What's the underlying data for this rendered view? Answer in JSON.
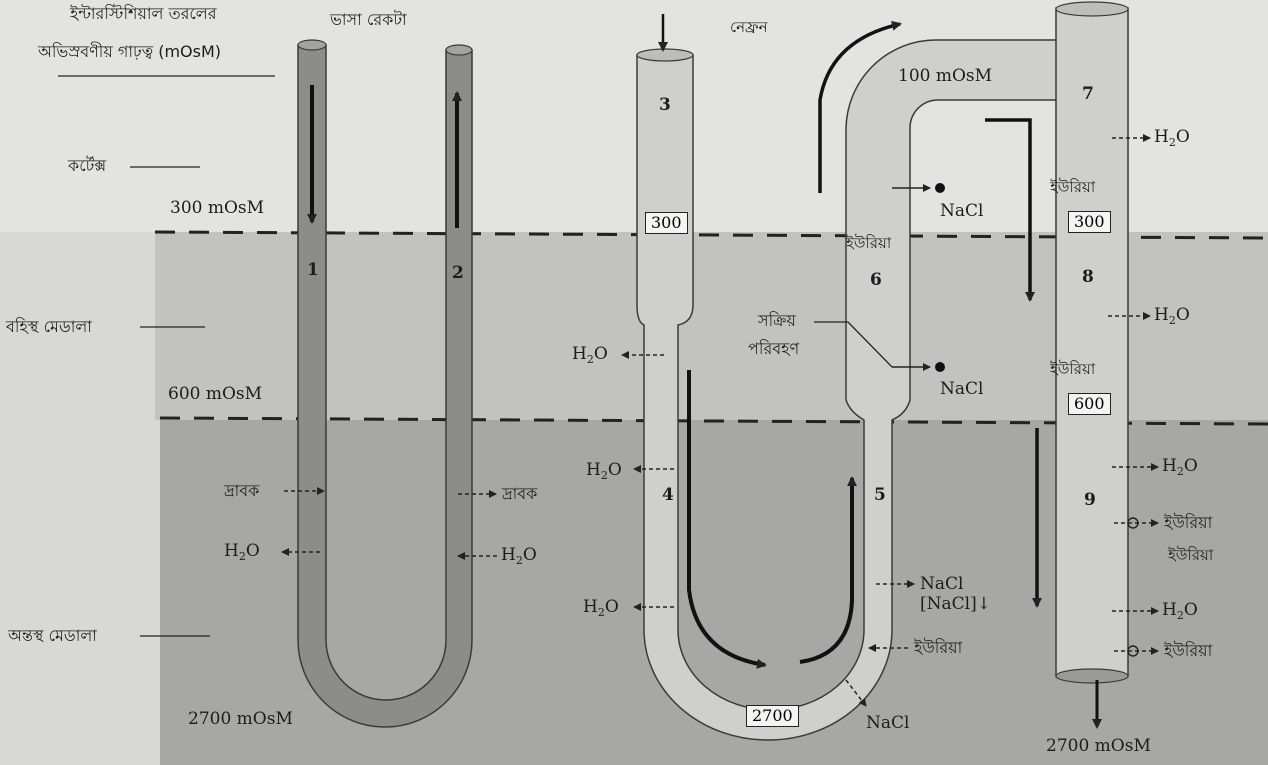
{
  "header": {
    "interstitial_line1": "ইন্টারস্টিশিয়াল তরলের",
    "interstitial_line2": "অভিস্রবণীয় গাঢ়ত্ব (mOsM)",
    "vasa_recta": "ভাসা রেকটা",
    "nephron": "নেফ্রন"
  },
  "zones": {
    "cortex": "কর্টেক্স",
    "outer_medulla": "বহিস্থ মেডালা",
    "inner_medulla": "অন্তস্থ মেডালা"
  },
  "concentrations": {
    "c300": "300 mOsM",
    "c600": "600 mOsM",
    "c2700_left": "2700 mOsM",
    "c100": "100 mOsM",
    "c2700_bottom": "2700 mOsM"
  },
  "segments": [
    "1",
    "2",
    "3",
    "4",
    "5",
    "6",
    "7",
    "8",
    "9"
  ],
  "boxes": {
    "b300_descending": "300",
    "b2700_loop": "2700",
    "b300_duct": "300",
    "b600_duct": "600",
    "urea_duct_1": "ইউরিয়া",
    "urea_duct_2": "ইউরিয়া",
    "urea_ascending": "ইউরিয়া",
    "urea_duct_3": "ইউরিয়া"
  },
  "labels": {
    "solute": "দ্রাবক",
    "h2o": "H",
    "two": "2",
    "o": "O",
    "nacl": "NaCl",
    "nacl_bracket": "[NaCl]↓",
    "urea": "ইউরিয়া",
    "active_transport_1": "সক্রিয়",
    "active_transport_2": "পরিবহণ"
  },
  "colors": {
    "cortex_bg": "#e3e3e1",
    "outer_medulla_bg": "#c2c3c1",
    "inner_medulla_bg": "#a7a8a6",
    "vasa_recta": "#8c8d8b",
    "tubule": "#cfd0ce"
  }
}
